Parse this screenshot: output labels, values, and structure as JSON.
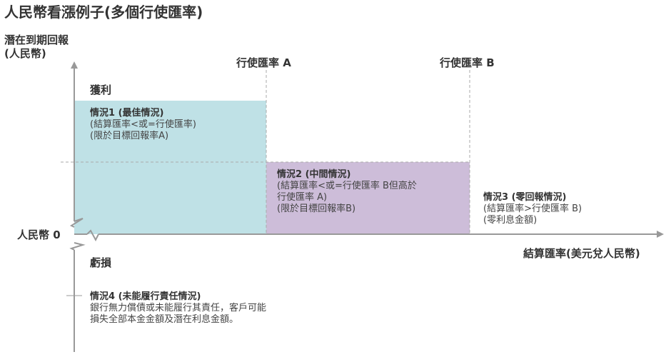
{
  "title": "人民幣看漲例子(多個行使匯率)",
  "y_axis": {
    "label_line1": "潛在到期回報",
    "label_line2": "(人民幣)",
    "zero_label": "人民幣 0",
    "gain_label": "獲利",
    "loss_label": "虧損"
  },
  "x_axis": {
    "label": "結算匯率(美元兌人民幣)"
  },
  "strikes": {
    "a": "行使匯率 A",
    "b": "行使匯率 B"
  },
  "scenarios": [
    {
      "title": "情況1 (最佳情況)",
      "lines": [
        "(結算匯率<或=行使匯率)",
        "(限於目標回報率A)"
      ]
    },
    {
      "title": "情況2 (中間情況)",
      "lines": [
        "(結算匯率<或=行使匯率 B但高於",
        "行使匯率 A)",
        "(限於目標回報率B)"
      ]
    },
    {
      "title": "情況3 (零回報情況)",
      "lines": [
        "(結算匯率>行使匯率 B)",
        "(零利息金額)"
      ]
    },
    {
      "title": "情況4 (未能履行責任情況)",
      "lines": [
        "銀行無力償債或未能履行其責任，客戶可能",
        "損失全部本金金額及潛在利息金額。"
      ]
    }
  ],
  "colors": {
    "scenario1": "#bfe1e6",
    "scenario2": "#cdbdd9",
    "axis": "#999999"
  }
}
